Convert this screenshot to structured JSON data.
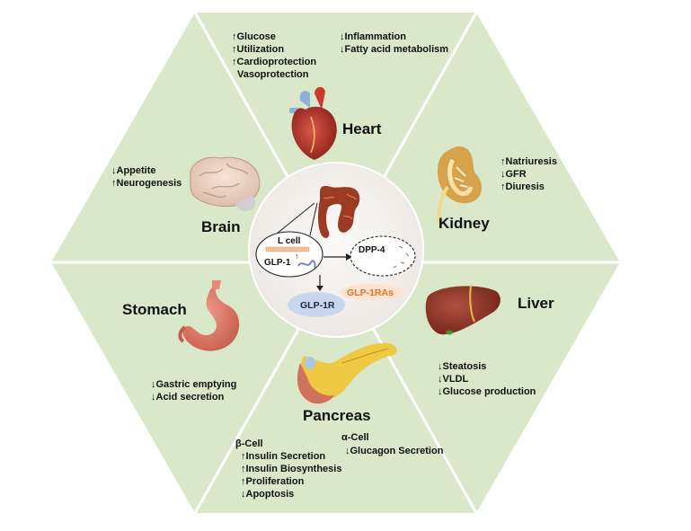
{
  "colors": {
    "panel": "#d9e8c9",
    "divider": "#ffffff",
    "center": "#f4f1ee",
    "accent": "#e8702a",
    "receptor": "#c9d7ee"
  },
  "heart": {
    "title": "Heart",
    "effects_left": [
      "↑Glucose",
      "↑Utilization",
      "↑Cardioprotection",
      "Vasoprotection"
    ],
    "effects_right": [
      "↓Inflammation",
      "↓Fatty acid metabolism"
    ]
  },
  "kidney": {
    "title": "Kidney",
    "effects": [
      "↑Natriuresis",
      "↓GFR",
      "↑Diuresis"
    ]
  },
  "liver": {
    "title": "Liver",
    "effects": [
      "↓Steatosis",
      "↓VLDL",
      "↓Glucose production"
    ]
  },
  "pancreas": {
    "title": "Pancreas",
    "beta_header": "β-Cell",
    "beta_effects": [
      "↑Insulin Secretion",
      "↑Insulin Biosynthesis",
      "↑Proliferation",
      "↓Apoptosis"
    ],
    "alpha_header": "α-Cell",
    "alpha_effects": [
      "↓Glucagon Secretion"
    ]
  },
  "stomach": {
    "title": "Stomach",
    "effects": [
      "↓Gastric emptying",
      "↓Acid secretion"
    ]
  },
  "brain": {
    "title": "Brain",
    "effects": [
      "↓Appetite",
      "↑Neurogenesis"
    ]
  },
  "center": {
    "l_cell": "L cell",
    "glp1": "GLP-1",
    "dpp4": "DPP-4",
    "glp1ras": "GLP-1RAs",
    "glp1r": "GLP-1R"
  }
}
